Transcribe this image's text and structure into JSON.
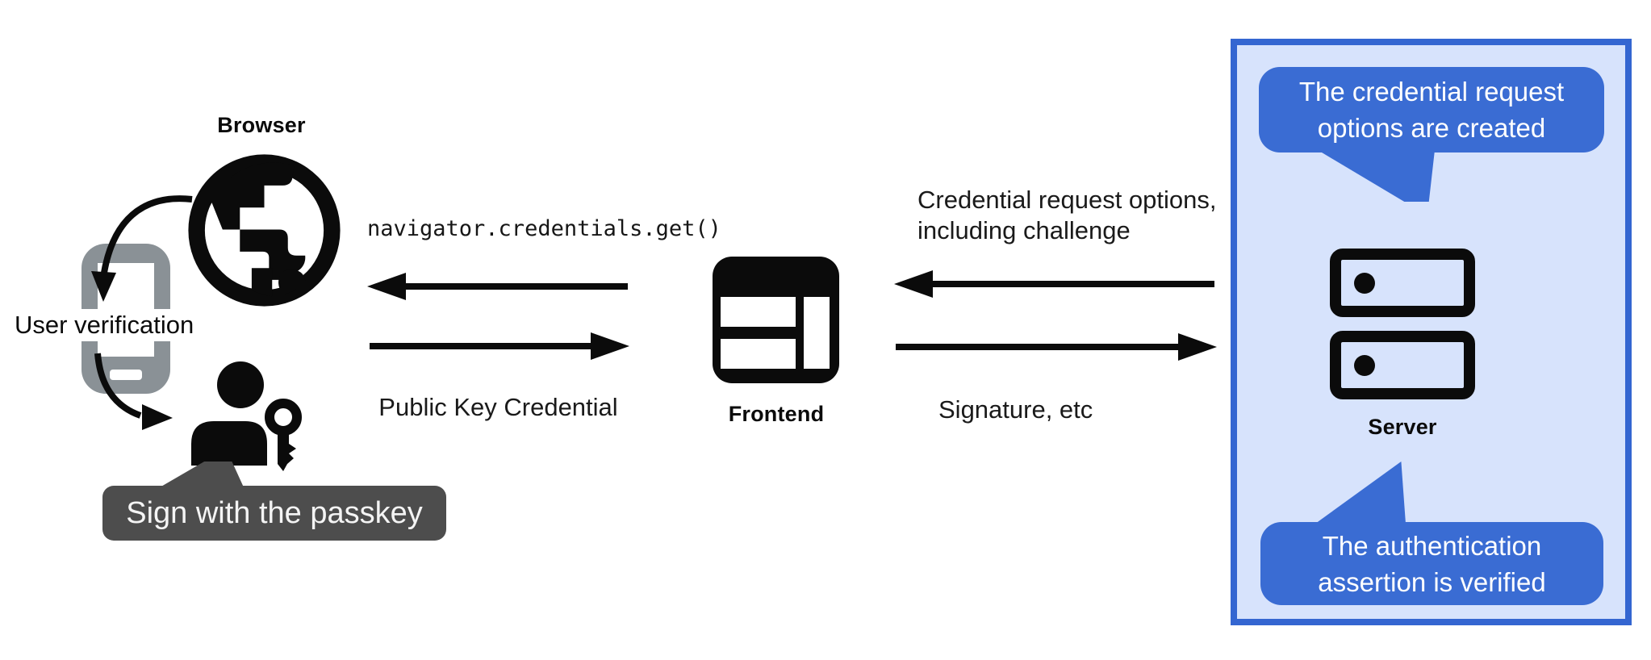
{
  "diagram": {
    "browser": {
      "label": "Browser",
      "user_verification": "User verification",
      "passkey_tooltip": "Sign with the passkey"
    },
    "frontend": {
      "label": "Frontend"
    },
    "server": {
      "label": "Server",
      "top_callout": {
        "line1": "The credential request",
        "line2": "options are created"
      },
      "bottom_callout": {
        "line1": "The authentication",
        "line2": "assertion is verified"
      }
    },
    "messages": {
      "get_call": "navigator.credentials.get()",
      "public_key_credential": "Public Key Credential",
      "credential_request_line1": "Credential request options,",
      "credential_request_line2": "including challenge",
      "signature": "Signature, etc"
    },
    "colors": {
      "callout_blue": "#3a6cd3",
      "panel_border": "#3466d1",
      "panel_fill": "#d7e3fc",
      "tooltip_gray": "#4d4d4d",
      "phone_gray": "#8a9196",
      "ink": "#0b0b0b"
    }
  }
}
